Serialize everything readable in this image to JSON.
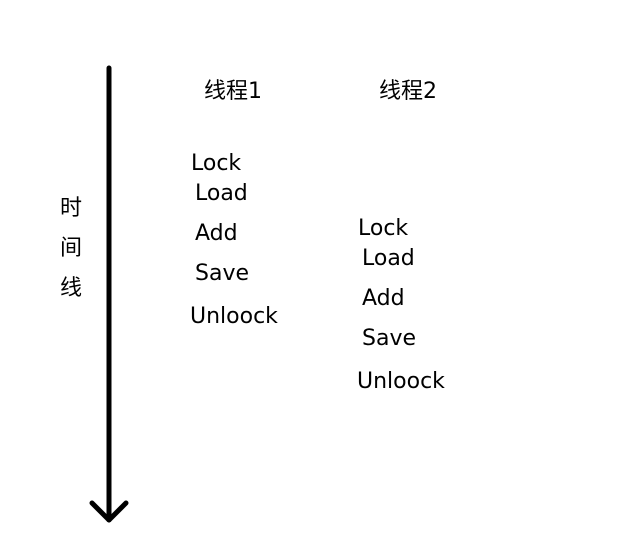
{
  "axis": {
    "label_chars": [
      "时",
      "间",
      "线"
    ]
  },
  "threads": [
    {
      "title": "线程1",
      "steps": [
        "Lock",
        "Load",
        "Add",
        "Save",
        "Unloock"
      ]
    },
    {
      "title": "线程2",
      "steps": [
        "Lock",
        "Load",
        "Add",
        "Save",
        "Unloock"
      ]
    }
  ]
}
